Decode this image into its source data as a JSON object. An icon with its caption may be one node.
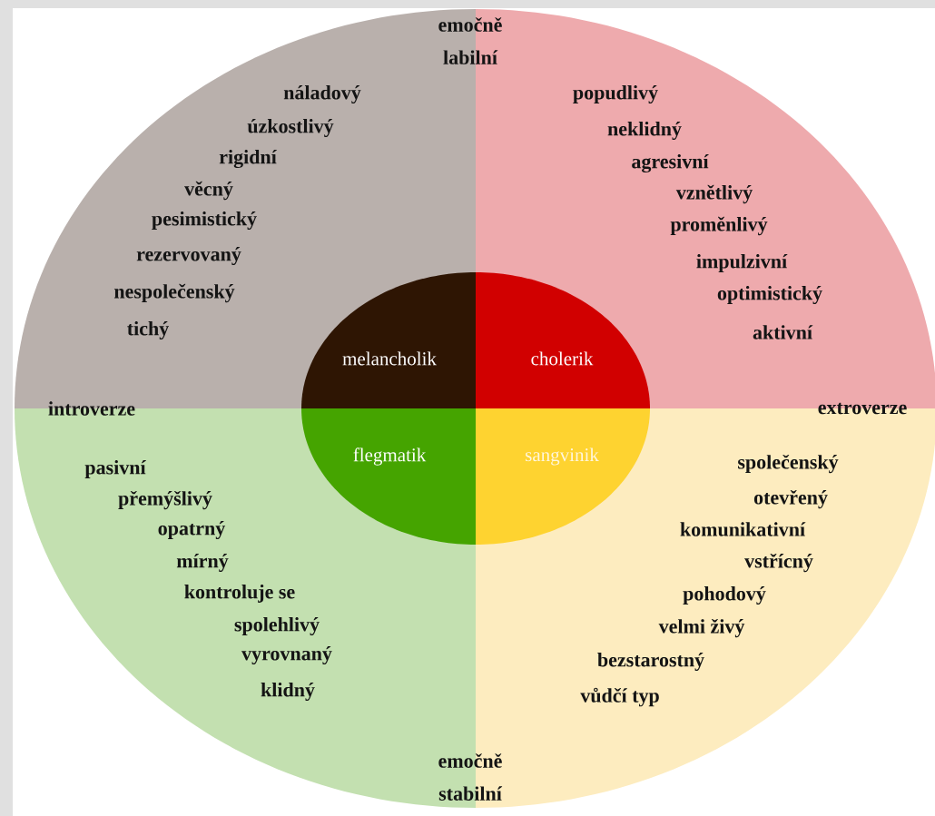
{
  "diagram": {
    "nodes": [
      {
        "text": [
          "náladový",
          "úzkostlivý",
          "rigidní",
          "věcný",
          "pesimistický",
          "rezervovaný",
          "nespolečenský",
          "tichý"
        ]
      },
      {
        "text": [
          "popudlivý",
          "neklidný",
          "agresivní",
          "vznětlivý",
          "proměnlivý",
          "impulzivní",
          "optimistický",
          "aktivní"
        ]
      },
      {
        "text": [
          "pasivní",
          "přemýšlivý",
          "opatrný",
          "mírný",
          "kontroluje se",
          "spolehlivý",
          "vyrovnaný",
          "klidný"
        ]
      },
      {
        "text": [
          "společenský",
          "otevřený",
          "komunikativní",
          "vstřícný",
          "pohodový",
          "velmi živý",
          "bezstarostný",
          "vůdčí typ"
        ]
      },
      {
        "text": [
          "melancholik"
        ],
        "in": 0
      },
      {
        "text": [
          "cholerik"
        ],
        "in": 1
      },
      {
        "text": [
          "flegmatik"
        ],
        "in": 2
      },
      {
        "text": [
          "sangvinik"
        ],
        "in": 3
      }
    ],
    "labels": [
      "emočně labilní",
      "introverze",
      "extroverze",
      "emočně stabilní"
    ]
  }
}
